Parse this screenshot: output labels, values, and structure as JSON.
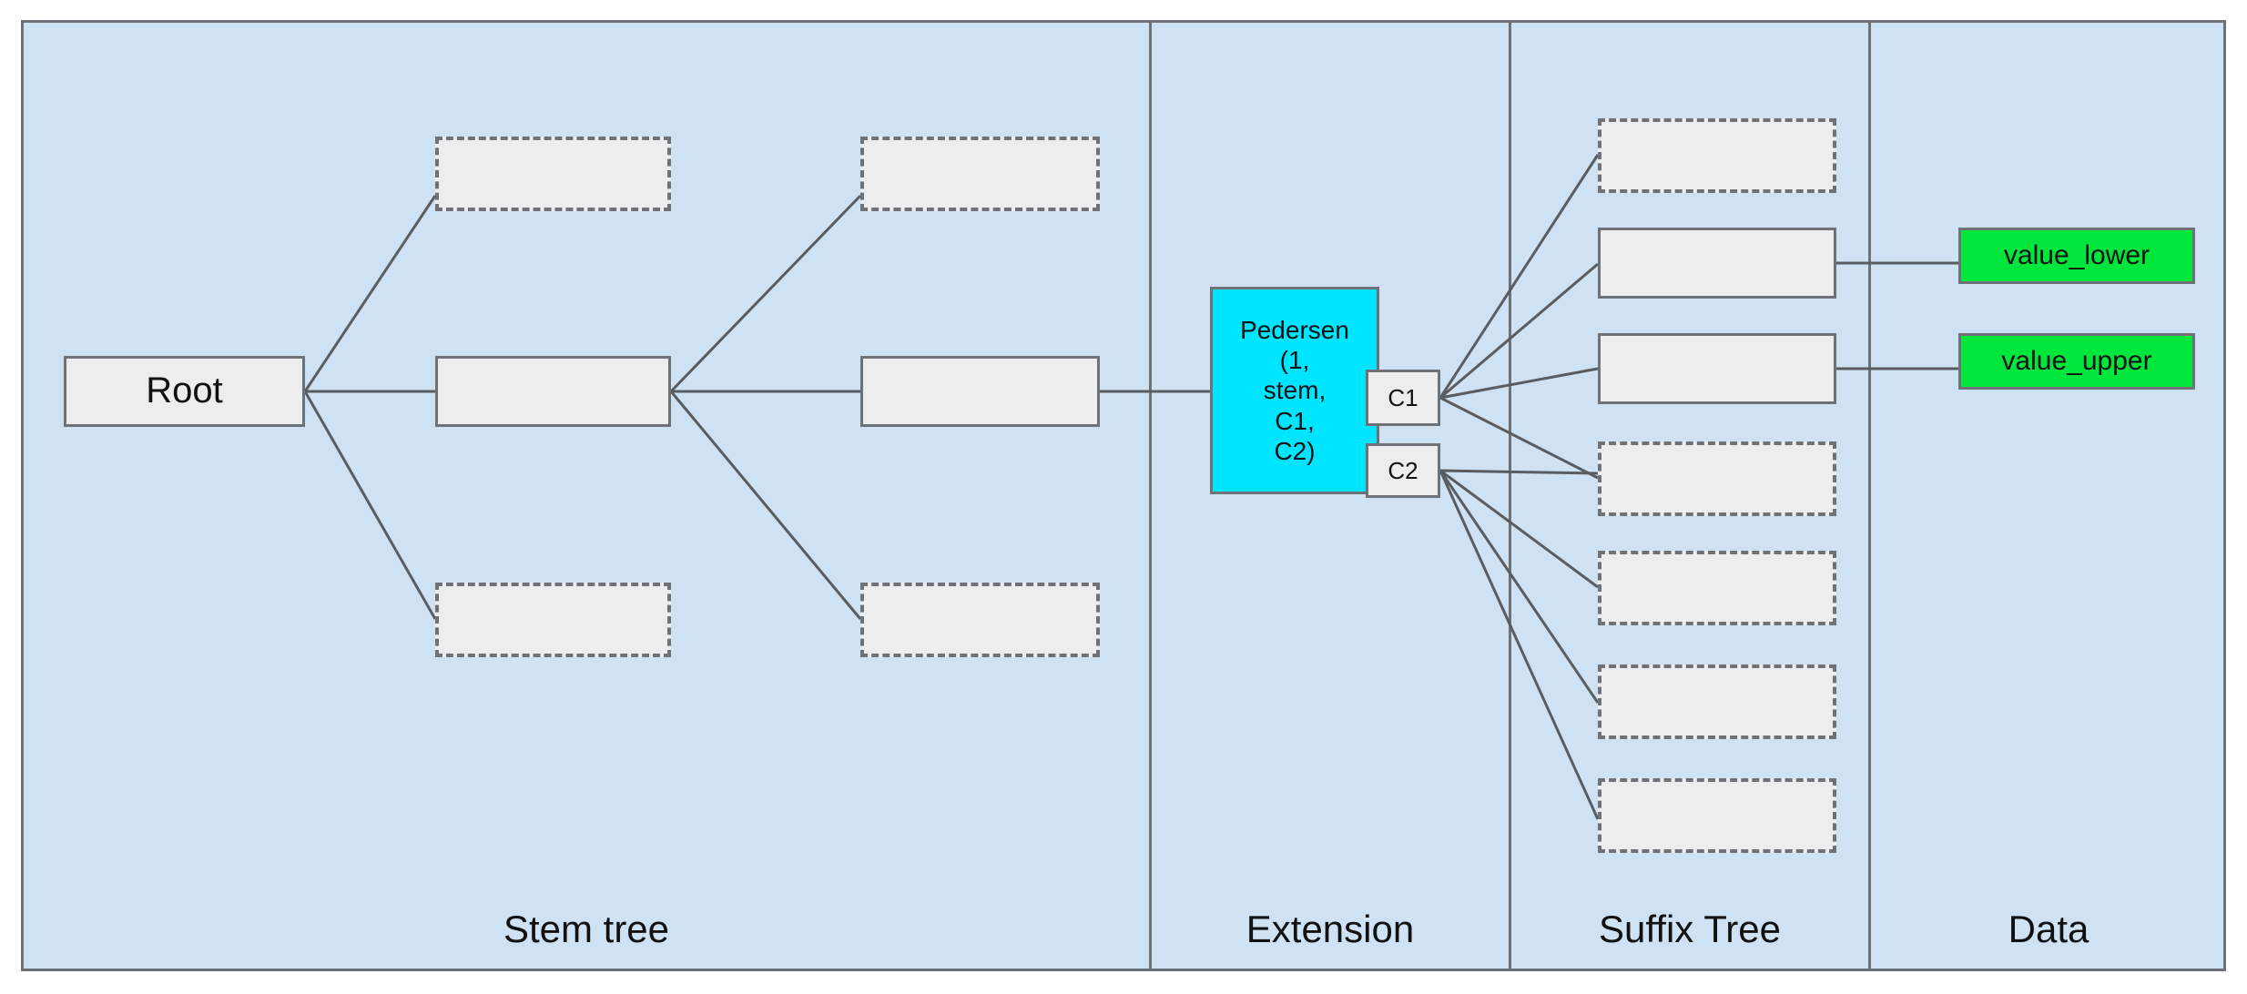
{
  "diagram": {
    "title": "Stem tree / Extension / Suffix Tree / Data structure",
    "colors": {
      "panel_background": "#cfe2f3",
      "border": "#6e7277",
      "node_fill": "#ededed",
      "pedersen_fill": "#00e5ff",
      "value_fill": "#00e63c",
      "text": "#111111"
    },
    "panels": [
      {
        "id": "stem-tree",
        "label": "Stem tree"
      },
      {
        "id": "extension",
        "label": "Extension"
      },
      {
        "id": "suffix-tree",
        "label": "Suffix Tree"
      },
      {
        "id": "data",
        "label": "Data"
      }
    ],
    "nodes": {
      "root": {
        "label": "Root",
        "style": "solid"
      },
      "stem_level1": [
        {
          "id": "s1-top",
          "label": "",
          "style": "dashed"
        },
        {
          "id": "s1-mid",
          "label": "",
          "style": "solid"
        },
        {
          "id": "s1-bot",
          "label": "",
          "style": "dashed"
        }
      ],
      "stem_level2": [
        {
          "id": "s2-top",
          "label": "",
          "style": "dashed"
        },
        {
          "id": "s2-mid",
          "label": "",
          "style": "solid"
        },
        {
          "id": "s2-bot",
          "label": "",
          "style": "dashed"
        }
      ],
      "pedersen": {
        "id": "pedersen",
        "lines": [
          "Pedersen",
          "(1,",
          "stem,",
          "C1,",
          "C2)"
        ],
        "style": "solid"
      },
      "commitments": [
        {
          "id": "c1",
          "label": "C1",
          "style": "solid"
        },
        {
          "id": "c2",
          "label": "C2",
          "style": "solid"
        }
      ],
      "suffix_from_c1": [
        {
          "id": "suf-1",
          "label": "",
          "style": "dashed"
        },
        {
          "id": "suf-2",
          "label": "",
          "style": "solid"
        },
        {
          "id": "suf-3",
          "label": "",
          "style": "solid"
        },
        {
          "id": "suf-4",
          "label": "",
          "style": "dashed"
        }
      ],
      "suffix_from_c2": [
        {
          "id": "suf-5",
          "label": "",
          "style": "dashed"
        },
        {
          "id": "suf-6",
          "label": "",
          "style": "dashed"
        },
        {
          "id": "suf-7",
          "label": "",
          "style": "dashed"
        },
        {
          "id": "suf-8",
          "label": "",
          "style": "dashed"
        }
      ],
      "data_values": [
        {
          "id": "value-lower",
          "label": "value_lower",
          "style": "solid"
        },
        {
          "id": "value-upper",
          "label": "value_upper",
          "style": "solid"
        }
      ]
    }
  }
}
